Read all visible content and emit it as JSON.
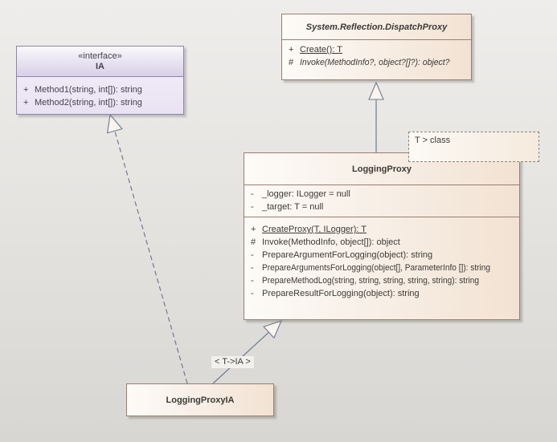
{
  "colors": {
    "canvas_top": "#eeedeb",
    "canvas_bottom": "#d8d6d3",
    "class_fill_light": "#fdfbf8",
    "class_fill_dark": "#f2e2d3",
    "class_border": "#9b7d72",
    "interface_fill_top": "#faf8fc",
    "interface_fill_bottom": "#d8d0e8",
    "interface_border": "#8d87a3",
    "connector": "#6e7a92",
    "text": "#3c3a35"
  },
  "classes": {
    "ia": {
      "stereotype": "«interface»",
      "name": "IA",
      "methods": [
        {
          "vis": "+",
          "text": "Method1(string, int[]): string"
        },
        {
          "vis": "+",
          "text": "Method2(string, int[]): string"
        }
      ]
    },
    "dispatch_proxy": {
      "name": "System.Reflection.DispatchProxy",
      "methods": [
        {
          "vis": "+",
          "text": "Create(): T"
        },
        {
          "vis": "#",
          "text": "Invoke(MethodInfo?, object?[]?): object?"
        }
      ]
    },
    "logging_proxy": {
      "name": "LoggingProxy",
      "template_parameter": "T > class",
      "attributes": [
        {
          "vis": "-",
          "text": "_logger: ILogger = null"
        },
        {
          "vis": "-",
          "text": "_target: T = null"
        }
      ],
      "methods": [
        {
          "vis": "+",
          "text": "CreateProxy(T, ILogger): T"
        },
        {
          "vis": "#",
          "text": "Invoke(MethodInfo, object[]): object"
        },
        {
          "vis": "-",
          "text": "PrepareArgumentForLogging(object): string"
        },
        {
          "vis": "-",
          "text": "PrepareArgumentsForLogging(object[], ParameterInfo []): string"
        },
        {
          "vis": "-",
          "text": "PrepareMethodLog(string, string, string, string, string): string"
        },
        {
          "vis": "-",
          "text": "PrepareResultForLogging(object): string"
        }
      ]
    },
    "logging_proxy_ia": {
      "name": "LoggingProxyIA"
    }
  },
  "edges": [
    {
      "type": "generalization",
      "from": "LoggingProxy",
      "to": "System.Reflection.DispatchProxy",
      "label": ""
    },
    {
      "type": "generalization-bind",
      "from": "LoggingProxyIA",
      "to": "LoggingProxy",
      "label": "< T->IA >"
    },
    {
      "type": "realization",
      "from": "LoggingProxyIA",
      "to": "IA",
      "label": ""
    }
  ]
}
